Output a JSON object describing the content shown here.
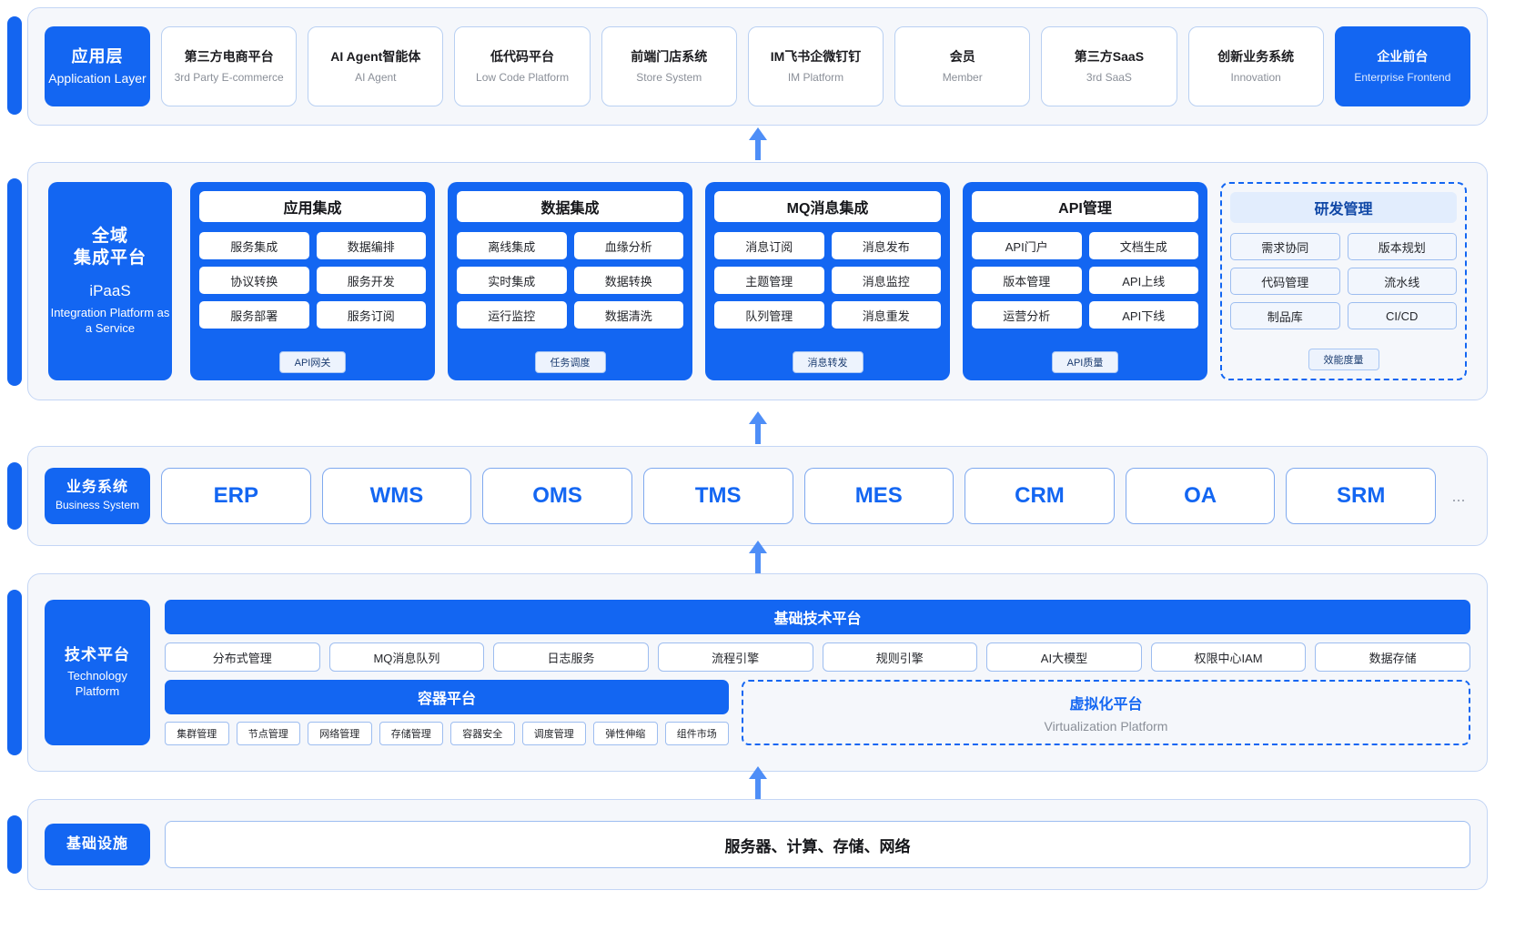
{
  "theme": {
    "accent": "#1366f2",
    "panel_bg": "#f5f7fb",
    "border": "#c4d6f5",
    "muted_text": "#8a8f98"
  },
  "application_layer": {
    "title_cn": "应用层",
    "title_en": "Application Layer",
    "cards": [
      {
        "cn": "第三方电商平台",
        "en": "3rd Party E-commerce",
        "accent": false
      },
      {
        "cn": "AI Agent智能体",
        "en": "AI Agent",
        "accent": false
      },
      {
        "cn": "低代码平台",
        "en": "Low Code Platform",
        "accent": false
      },
      {
        "cn": "前端门店系统",
        "en": "Store System",
        "accent": false
      },
      {
        "cn": "IM飞书企微钉钉",
        "en": "IM Platform",
        "accent": false
      },
      {
        "cn": "会员",
        "en": "Member",
        "accent": false
      },
      {
        "cn": "第三方SaaS",
        "en": "3rd SaaS",
        "accent": false
      },
      {
        "cn": "创新业务系统",
        "en": "Innovation",
        "accent": false
      },
      {
        "cn": "企业前台",
        "en": "Enterprise Frontend",
        "accent": true
      }
    ]
  },
  "ipaas_layer": {
    "title_cn": "全域\n集成平台",
    "title_cn_line1": "全域",
    "title_cn_line2": "集成平台",
    "title_abbr": "iPaaS",
    "title_en": "Integration Platform as a Service",
    "pillars": [
      {
        "head": "应用集成",
        "cells": [
          "服务集成",
          "数据编排",
          "协议转换",
          "服务开发",
          "服务部署",
          "服务订阅"
        ],
        "badge": "API网关",
        "dashed": false
      },
      {
        "head": "数据集成",
        "cells": [
          "离线集成",
          "血缘分析",
          "实时集成",
          "数据转换",
          "运行监控",
          "数据清洗"
        ],
        "badge": "任务调度",
        "dashed": false
      },
      {
        "head": "MQ消息集成",
        "cells": [
          "消息订阅",
          "消息发布",
          "主题管理",
          "消息监控",
          "队列管理",
          "消息重发"
        ],
        "badge": "消息转发",
        "dashed": false
      },
      {
        "head": "API管理",
        "cells": [
          "API门户",
          "文档生成",
          "版本管理",
          "API上线",
          "运营分析",
          "API下线"
        ],
        "badge": "API质量",
        "dashed": false
      },
      {
        "head": "研发管理",
        "cells": [
          "需求协同",
          "版本规划",
          "代码管理",
          "流水线",
          "制品库",
          "CI/CD"
        ],
        "badge": "效能度量",
        "dashed": true
      }
    ]
  },
  "business_layer": {
    "title_cn": "业务系统",
    "title_en": "Business System",
    "systems": [
      "ERP",
      "WMS",
      "OMS",
      "TMS",
      "MES",
      "CRM",
      "OA",
      "SRM"
    ],
    "ellipsis": "..."
  },
  "technology_layer": {
    "title_cn": "技术平台",
    "title_en": "Technology Platform",
    "base_banner": "基础技术平台",
    "capabilities": [
      "分布式管理",
      "MQ消息队列",
      "日志服务",
      "流程引擎",
      "规则引擎",
      "AI大模型",
      "权限中心IAM",
      "数据存储"
    ],
    "container_banner": "容器平台",
    "container_items": [
      "集群管理",
      "节点管理",
      "网络管理",
      "存储管理",
      "容器安全",
      "调度管理",
      "弹性伸缩",
      "组件市场"
    ],
    "virtualization": {
      "cn": "虚拟化平台",
      "en": "Virtualization Platform"
    }
  },
  "infrastructure_layer": {
    "title_cn": "基础设施",
    "content": "服务器、计算、存储、网络"
  }
}
